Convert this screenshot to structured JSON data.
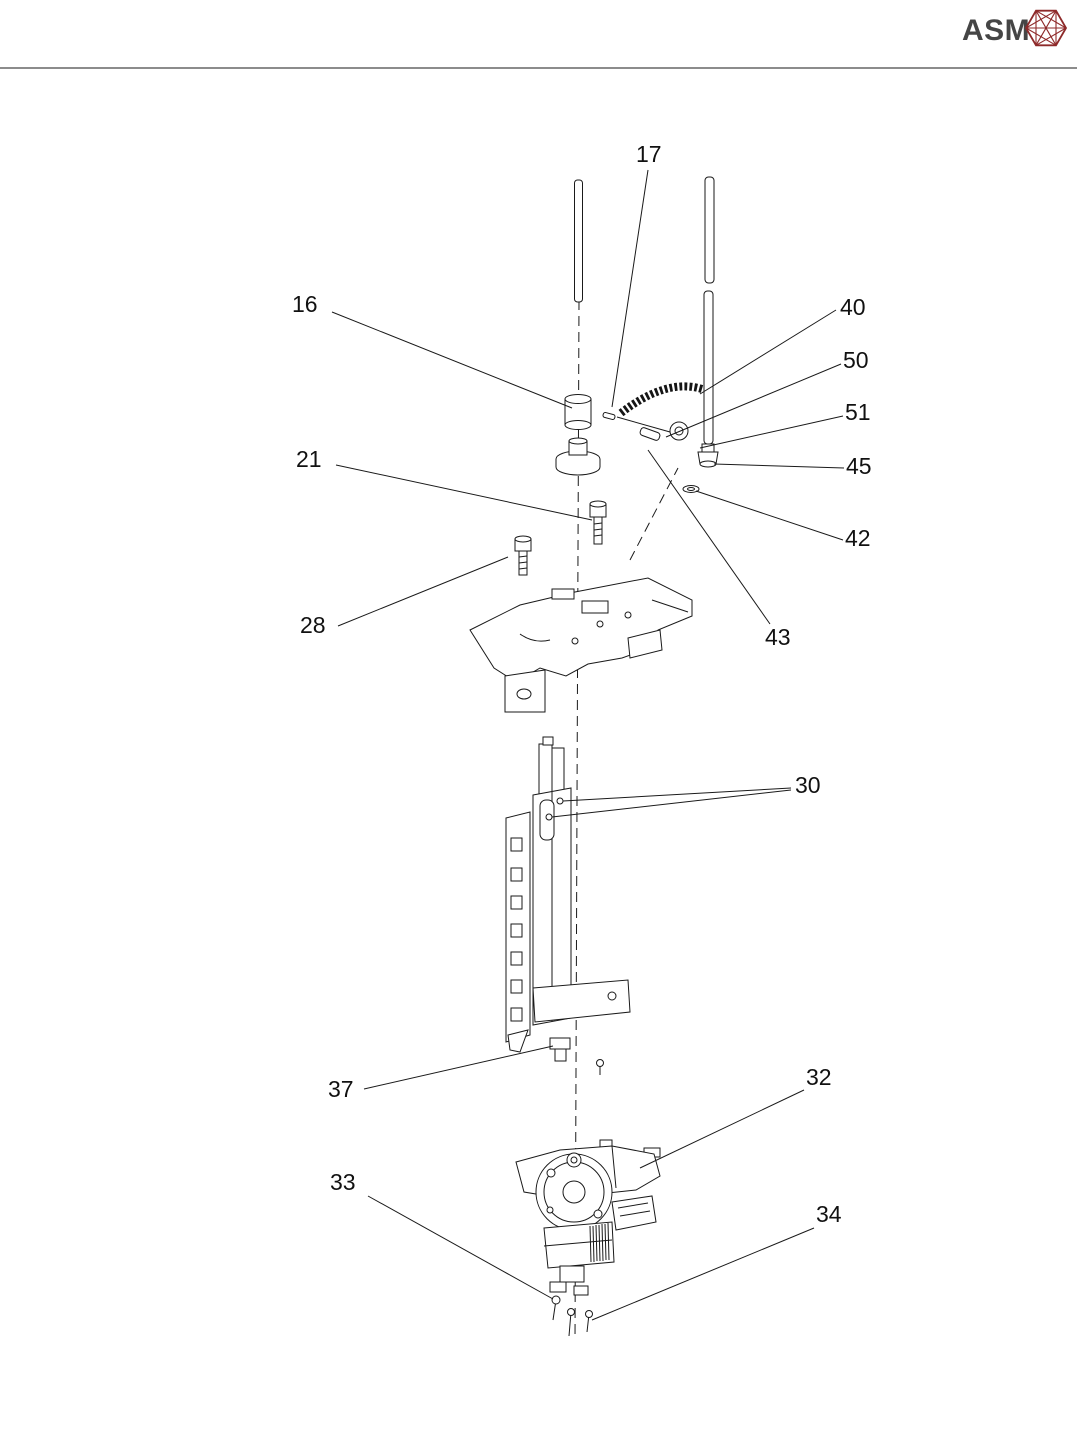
{
  "header": {
    "brand": "ASM",
    "logo_icon": "asm-hexagonal-logo",
    "logo_color": "#8E2A2A"
  },
  "diagram": {
    "description": "exploded-parts-diagram",
    "line_color": "#1a1a1a",
    "callouts": [
      {
        "label": "16"
      },
      {
        "label": "17"
      },
      {
        "label": "21"
      },
      {
        "label": "28"
      },
      {
        "label": "30"
      },
      {
        "label": "32"
      },
      {
        "label": "33"
      },
      {
        "label": "34"
      },
      {
        "label": "37"
      },
      {
        "label": "40"
      },
      {
        "label": "42"
      },
      {
        "label": "43"
      },
      {
        "label": "45"
      },
      {
        "label": "50"
      },
      {
        "label": "51"
      }
    ]
  }
}
